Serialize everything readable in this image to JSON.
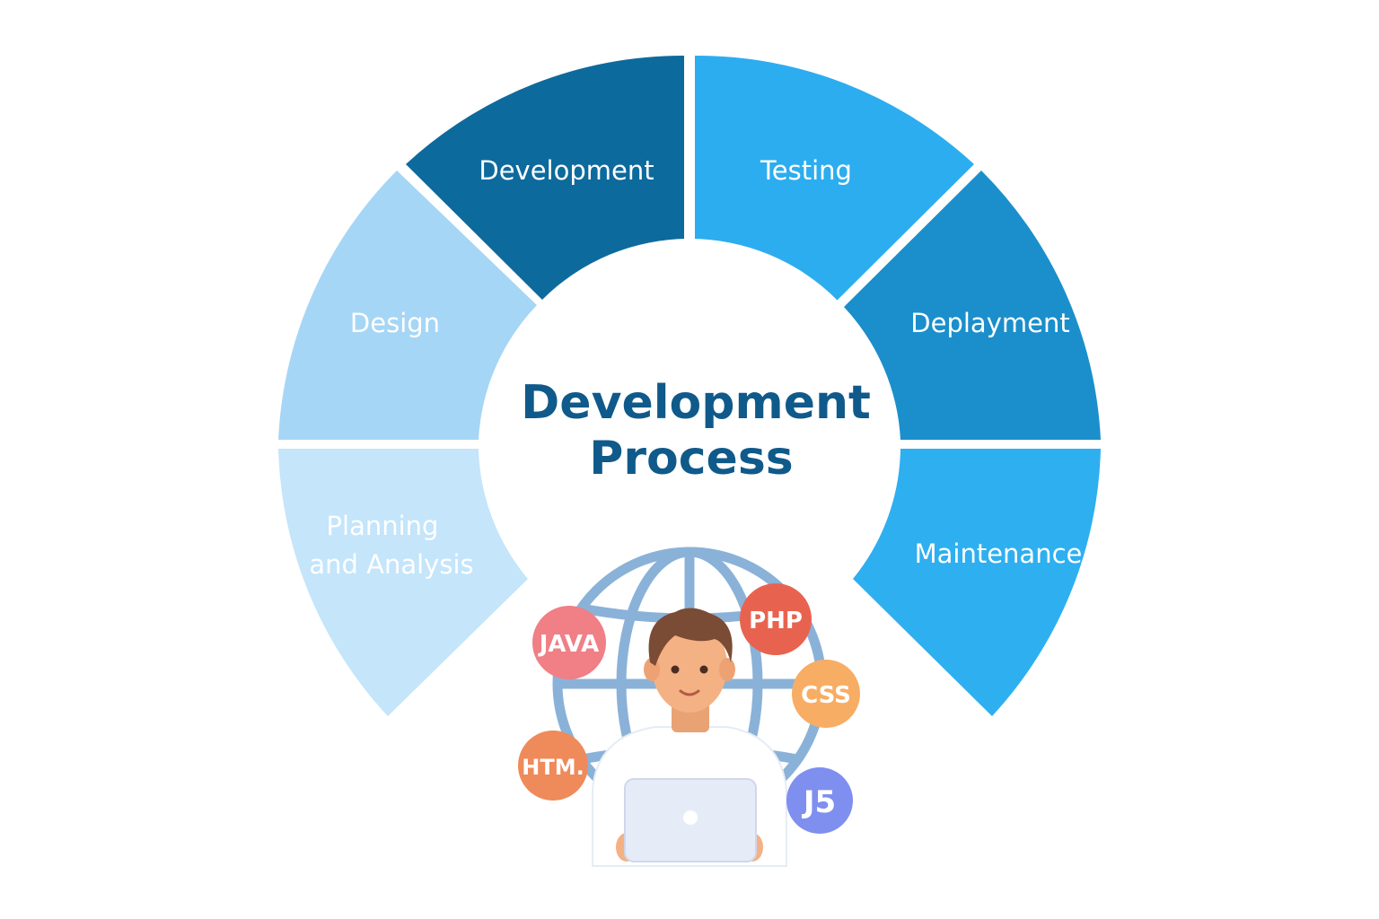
{
  "title": {
    "line1": "Development",
    "line2": "Process"
  },
  "stages": [
    {
      "id": "planning",
      "lines": [
        "Planning",
        "and Analysis"
      ],
      "color": "#c4e5fa"
    },
    {
      "id": "design",
      "lines": [
        "Design"
      ],
      "color": "#a6d6f5"
    },
    {
      "id": "development",
      "lines": [
        "Development"
      ],
      "color": "#0d6a9d"
    },
    {
      "id": "testing",
      "lines": [
        "Testing"
      ],
      "color": "#2cadef"
    },
    {
      "id": "deployment",
      "lines": [
        "Deplayment"
      ],
      "color": "#1a8fcb"
    },
    {
      "id": "maintenance",
      "lines": [
        "Maintenance"
      ],
      "color": "#2eaff0"
    }
  ],
  "badges": [
    {
      "id": "java",
      "label": "JAVA",
      "color": "#f07f86"
    },
    {
      "id": "php",
      "label": "PHP",
      "color": "#e8634f"
    },
    {
      "id": "css",
      "label": "CSS",
      "color": "#f7ad63"
    },
    {
      "id": "html",
      "label": "HTM.",
      "color": "#ef8a5a"
    },
    {
      "id": "js",
      "label": "J5",
      "color": "#7f8ff0"
    }
  ],
  "colors": {
    "globe": "#8ab2d8",
    "title": "#0f5a8a",
    "skin": "#f4b183",
    "hair": "#7a4b35",
    "laptop": "#e6ecf7"
  }
}
